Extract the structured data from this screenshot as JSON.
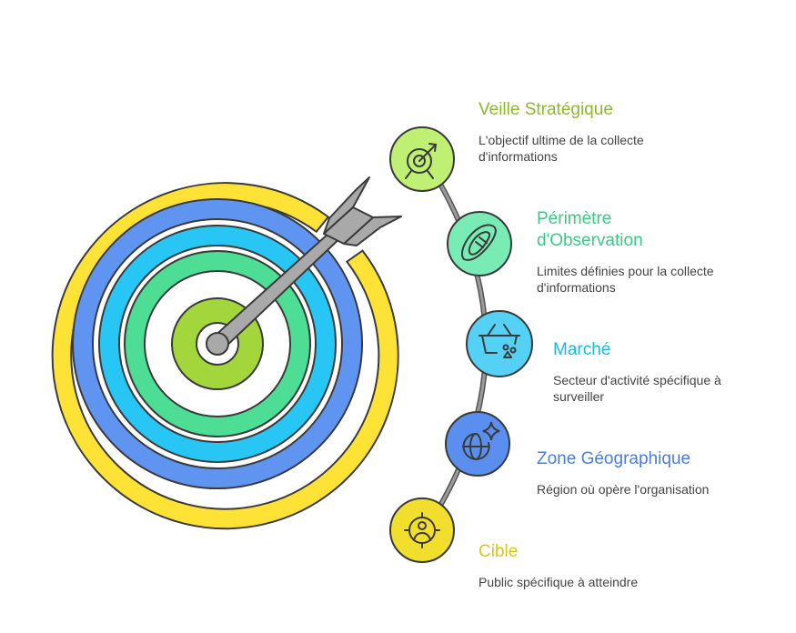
{
  "items": [
    {
      "title": "Veille Stratégique",
      "description": "L'objectif ultime de la collecte d'informations",
      "color": "#8cba2e",
      "icon": "target-arrow-icon"
    },
    {
      "title": "Périmètre d'Observation",
      "description": "Limites définies pour la collecte d'informations",
      "color": "#3cc986",
      "icon": "shield-lens-icon"
    },
    {
      "title": "Marché",
      "description": "Secteur d'activité spécifique à surveiller",
      "color": "#1db7e0",
      "icon": "basket-icon"
    },
    {
      "title": "Zone Géographique",
      "description": "Région où opère l'organisation",
      "color": "#4a7fe0",
      "icon": "globe-sparkle-icon"
    },
    {
      "title": "Cible",
      "description": "Public spécifique à atteindre",
      "color": "#d8c61a",
      "icon": "user-target-icon"
    }
  ],
  "ring_colors": [
    "#ffe236",
    "#5f94f0",
    "#28c6f5",
    "#4edd95",
    "#a2d63a"
  ],
  "stroke_color": "#3a3a3a"
}
